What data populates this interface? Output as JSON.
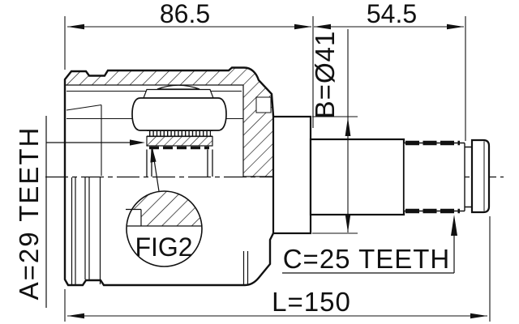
{
  "drawing": {
    "labels": {
      "dim_housing_width": "86.5",
      "dim_shaft_width": "54.5",
      "dim_diameter": "B=Ø41",
      "dim_spline_a": "A=29 TEETH",
      "dim_spline_c": "C=25 TEETH",
      "dim_overall_length": "L=150",
      "figure_callout": "FIG2"
    },
    "colors": {
      "line": "#111111",
      "background": "#ffffff"
    }
  }
}
